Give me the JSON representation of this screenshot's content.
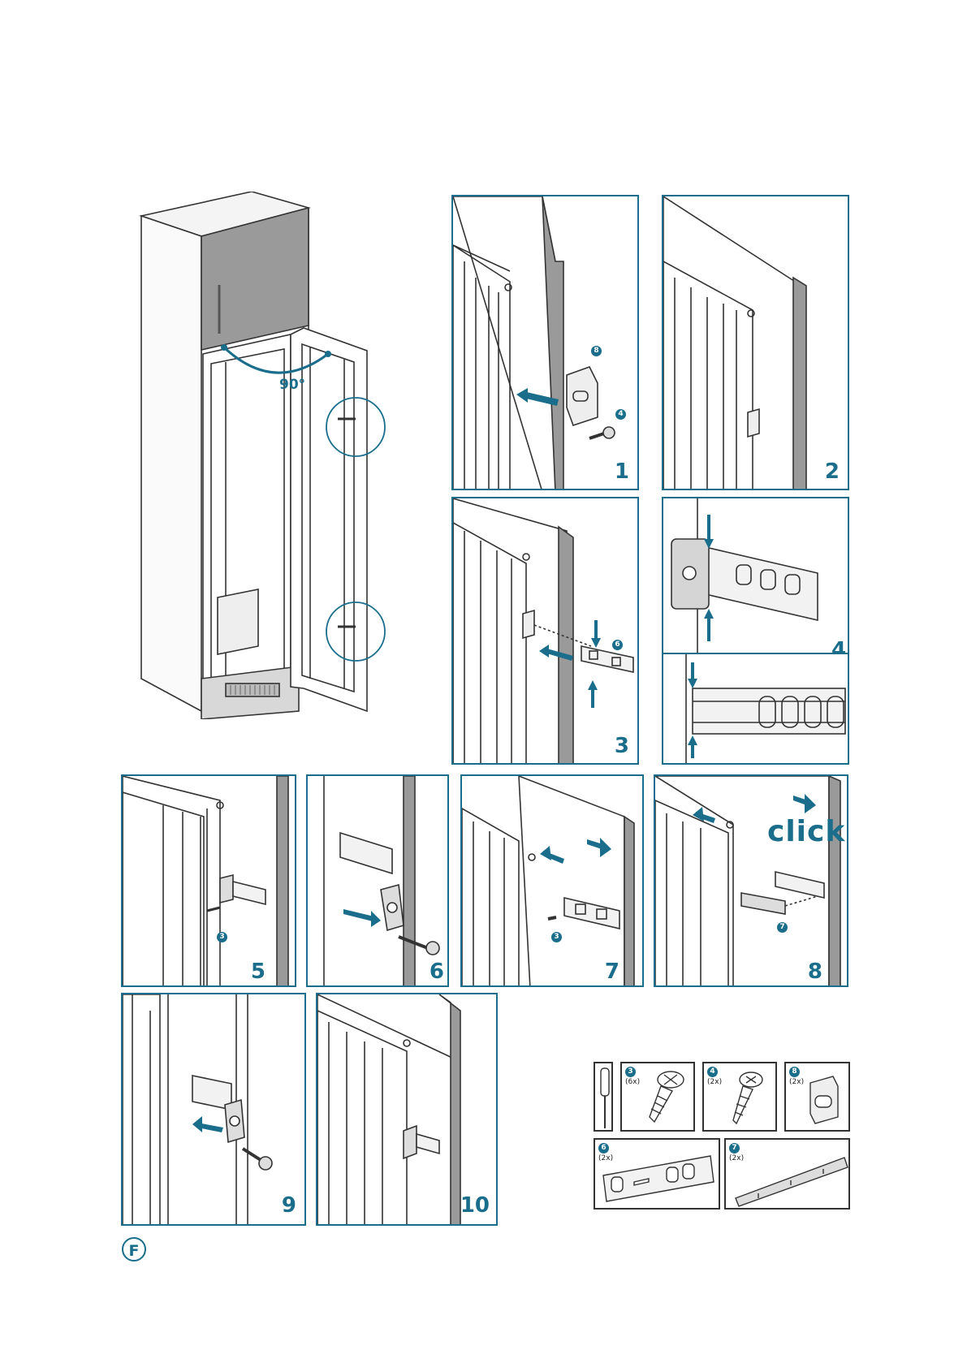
{
  "overview": {
    "angle_label": "90°"
  },
  "steps": [
    "1",
    "2",
    "3",
    "4",
    "5",
    "6",
    "7",
    "8",
    "9",
    "10"
  ],
  "callouts": {
    "s1_a": "8",
    "s1_b": "4",
    "s3": "6",
    "s5": "3",
    "s7": "3",
    "s8": "7"
  },
  "click_label": "click",
  "parts": [
    {
      "badge": "3",
      "qty": "(6x)"
    },
    {
      "badge": "4",
      "qty": "(2x)"
    },
    {
      "badge": "8",
      "qty": "(2x)"
    },
    {
      "badge": "6",
      "qty": "(2x)"
    },
    {
      "badge": "7",
      "qty": "(2x)"
    }
  ],
  "section_letter": "F",
  "colors": {
    "accent": "#1a6e8c",
    "line": "#333333",
    "grey": "#9a9a9a"
  }
}
